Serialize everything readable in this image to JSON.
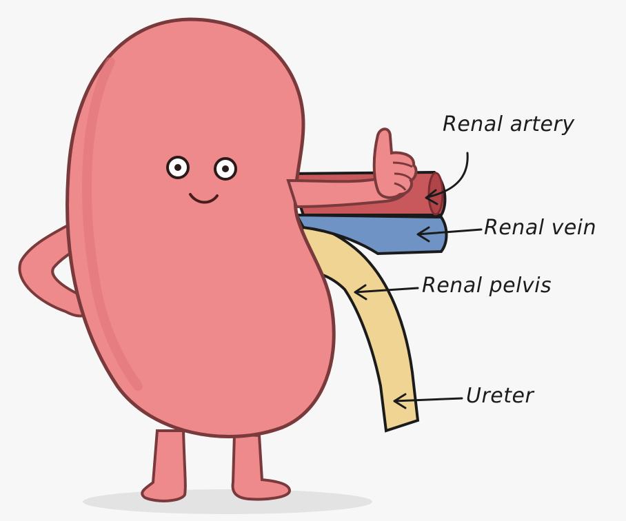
{
  "labels": {
    "renal_artery": "Renal artery",
    "renal_vein": "Renal vein",
    "renal_pelvis": "Renal pelvis",
    "ureter": "Ureter"
  },
  "colors": {
    "kidney": "#ee8a8c",
    "kidney_outline": "#7a3a3c",
    "artery": "#c8585b",
    "vein": "#6f93c4",
    "pelvis": "#efd493",
    "background": "#f7f7f7"
  }
}
